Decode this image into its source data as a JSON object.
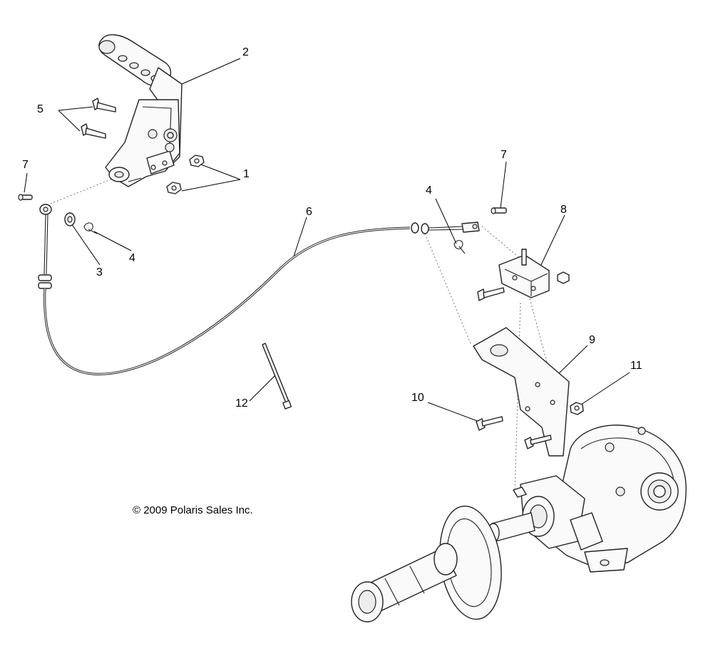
{
  "copyright": "© 2009 Polaris Sales Inc.",
  "callouts": [
    {
      "id": "c1",
      "label": "1"
    },
    {
      "id": "c2",
      "label": "2"
    },
    {
      "id": "c3",
      "label": "3"
    },
    {
      "id": "c4a",
      "label": "4"
    },
    {
      "id": "c4b",
      "label": "4"
    },
    {
      "id": "c5",
      "label": "5"
    },
    {
      "id": "c6",
      "label": "6"
    },
    {
      "id": "c7a",
      "label": "7"
    },
    {
      "id": "c7b",
      "label": "7"
    },
    {
      "id": "c8",
      "label": "8"
    },
    {
      "id": "c9",
      "label": "9"
    },
    {
      "id": "c10",
      "label": "10"
    },
    {
      "id": "c11",
      "label": "11"
    },
    {
      "id": "c12",
      "label": "12"
    }
  ]
}
